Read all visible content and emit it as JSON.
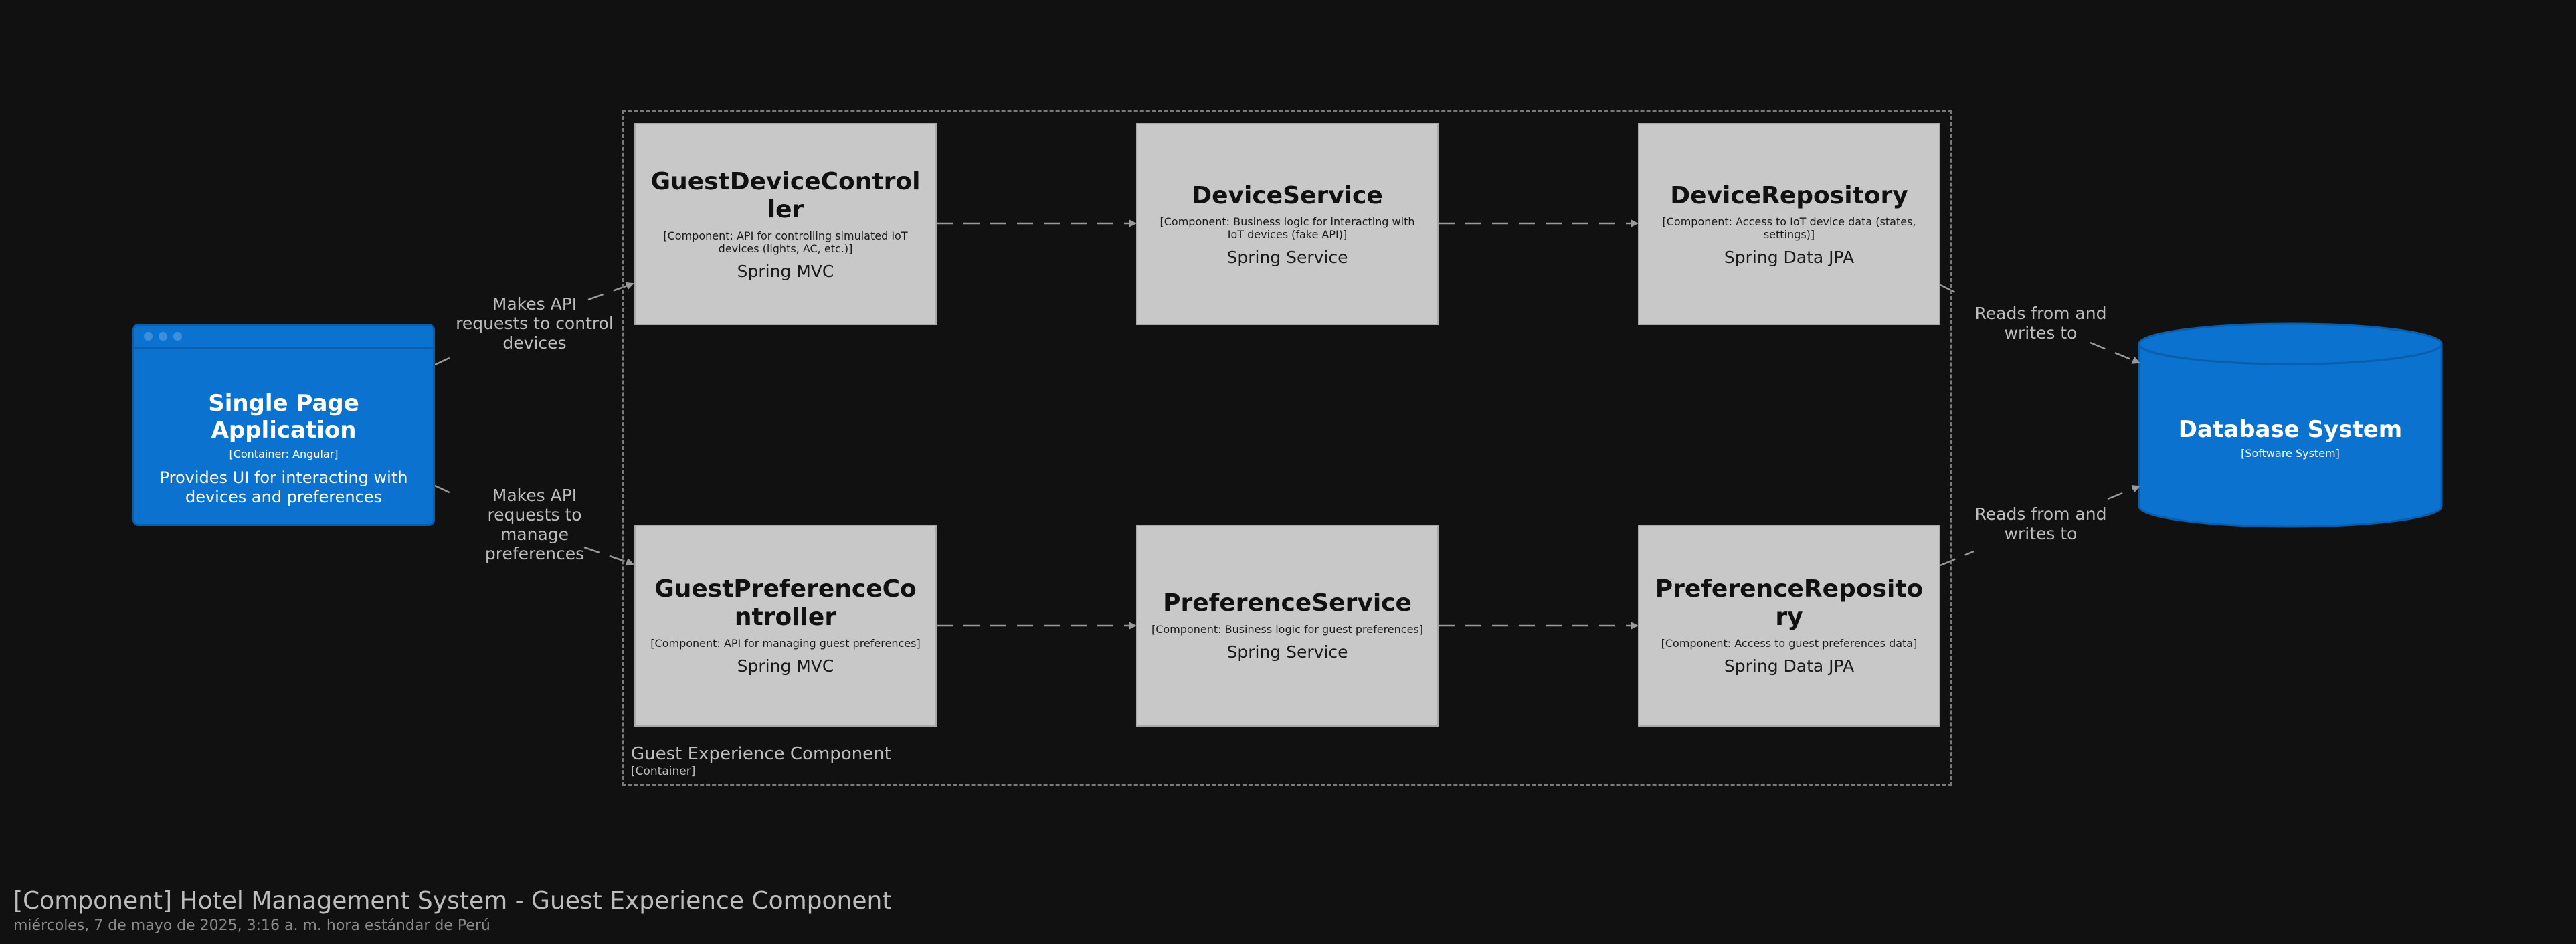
{
  "diagram": {
    "boundary": {
      "label": "Guest Experience Component",
      "technology": "[Container]"
    },
    "external": {
      "spa": {
        "name": "Single Page Application",
        "meta": "[Container: Angular]",
        "description": "Provides UI for interacting with devices and preferences"
      },
      "database": {
        "name": "Database System",
        "meta": "[Software System]"
      }
    },
    "components": [
      {
        "name": "GuestDeviceController",
        "meta": "[Component: API for controlling simulated IoT devices (lights, AC, etc.)]",
        "tech": "Spring MVC"
      },
      {
        "name": "DeviceService",
        "meta": "[Component: Business logic for interacting with IoT devices (fake API)]",
        "tech": "Spring Service"
      },
      {
        "name": "DeviceRepository",
        "meta": "[Component: Access to IoT device data (states, settings)]",
        "tech": "Spring Data JPA"
      },
      {
        "name": "GuestPreferenceController",
        "meta": "[Component: API for managing guest preferences]",
        "tech": "Spring MVC"
      },
      {
        "name": "PreferenceService",
        "meta": "[Component: Business logic for guest preferences]",
        "tech": "Spring Service"
      },
      {
        "name": "PreferenceRepository",
        "meta": "[Component: Access to guest preferences data]",
        "tech": "Spring Data JPA"
      }
    ],
    "relationships": [
      {
        "label": "Makes API requests to control devices"
      },
      {
        "label": "Makes API requests to manage preferences"
      },
      {
        "label": "Reads from and writes to"
      },
      {
        "label": "Reads from and writes to"
      }
    ],
    "colors": {
      "background": "#111111",
      "container": "#0b73cf",
      "component": "#c8c8c8",
      "line": "#9a9a9a"
    }
  },
  "footer": {
    "title": "[Component] Hotel Management System - Guest Experience Component",
    "date": "miércoles, 7 de mayo de 2025, 3:16 a. m. hora estándar de Perú"
  }
}
